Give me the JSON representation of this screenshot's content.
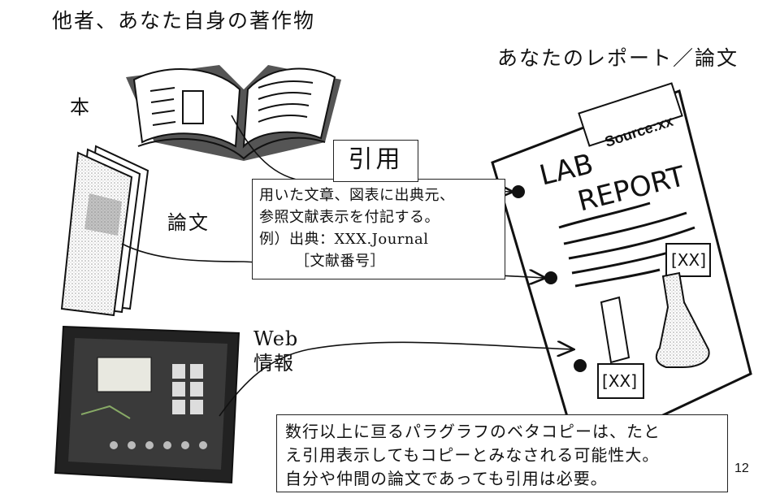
{
  "titles": {
    "left": "他者、あなた自身の著作物",
    "right": "あなたのレポート／論文"
  },
  "sources": {
    "book": "本",
    "paper": "論文",
    "web_line1": "Web",
    "web_line2": "情報"
  },
  "quote": {
    "title": "引用",
    "line1": "用いた文章、図表に出典元、",
    "line2": "参照文献表示を付記する。",
    "line3": "例）出典：XXX.Journal",
    "line4": "［文献番号］"
  },
  "report": {
    "source_tag": "Source:xx",
    "heading_line1": "LAB",
    "heading_line2": "REPORT",
    "tag1": "[XX]",
    "tag2": "[XX]"
  },
  "warning": {
    "line1": "数行以上に亘るパラグラフのベタコピーは、たと",
    "line2": "え引用表示してもコピーとみなされる可能性大。",
    "line3": "自分や仲間の論文であっても引用は必要。"
  },
  "page_number": "12",
  "colors": {
    "ink": "#111111",
    "paper": "#ffffff",
    "tablet_body": "#222222"
  }
}
